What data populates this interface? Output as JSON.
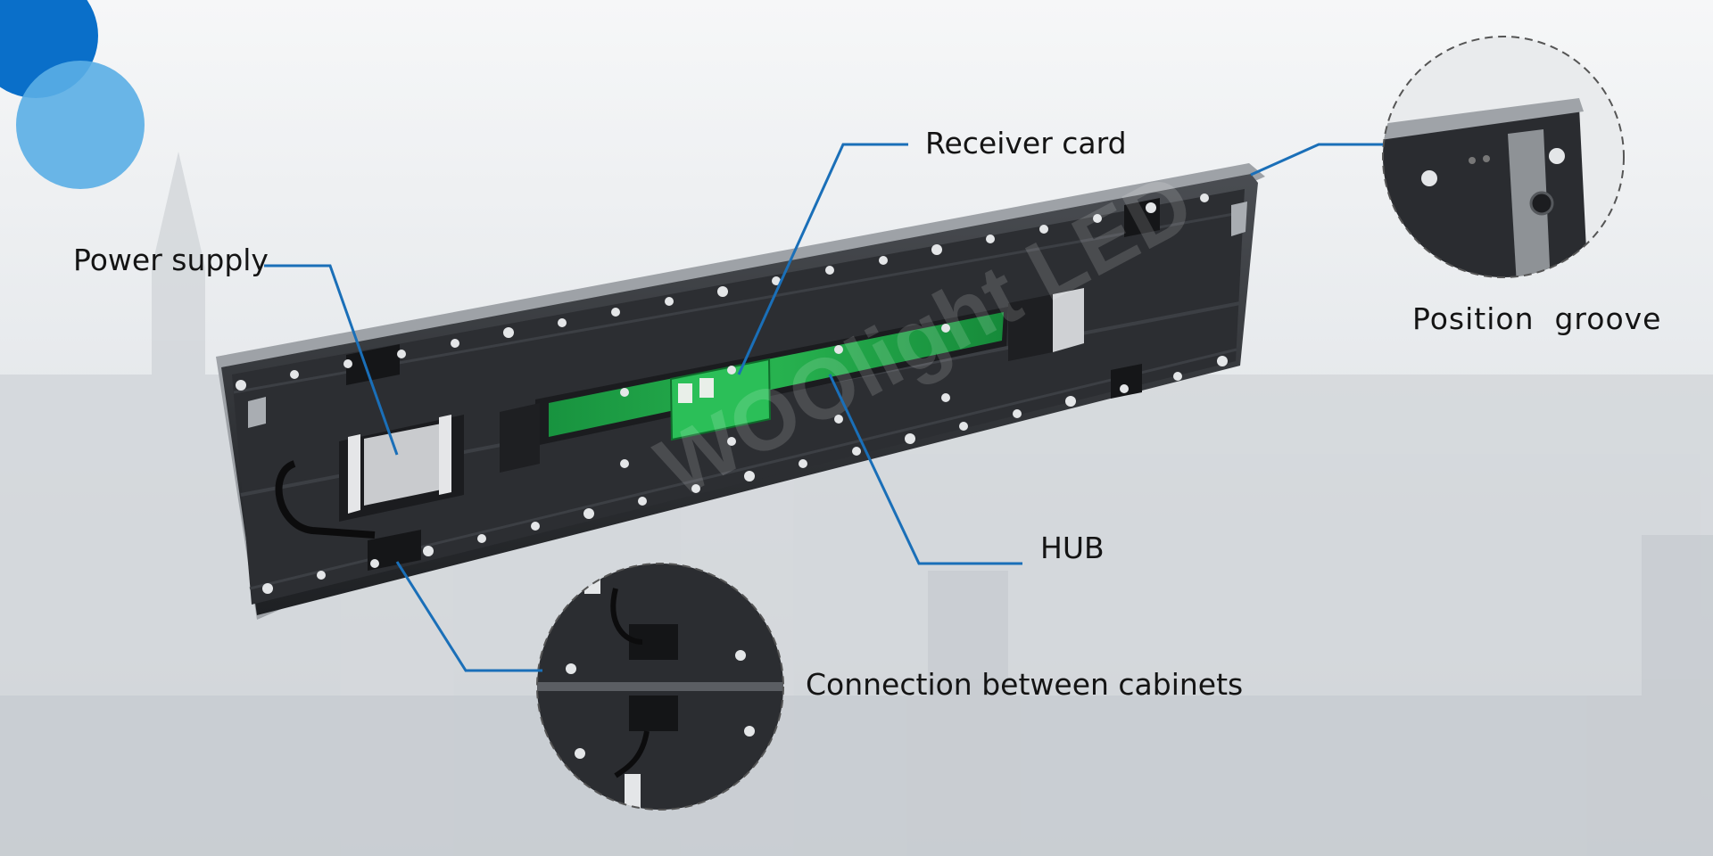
{
  "labels": {
    "power_supply": "Power supply",
    "receiver_card": "Receiver card",
    "position_groove": "Position  groove",
    "hub": "HUB",
    "connection": "Connection between cabinets"
  },
  "watermark": "WOOlight LED",
  "colors": {
    "accent_dark": "#0a6fc9",
    "accent_light": "#5aaee6",
    "leader_line": "#1a6fb8",
    "cabinet_frame": "#2b2d31",
    "pcb_green": "#1fa34a"
  }
}
